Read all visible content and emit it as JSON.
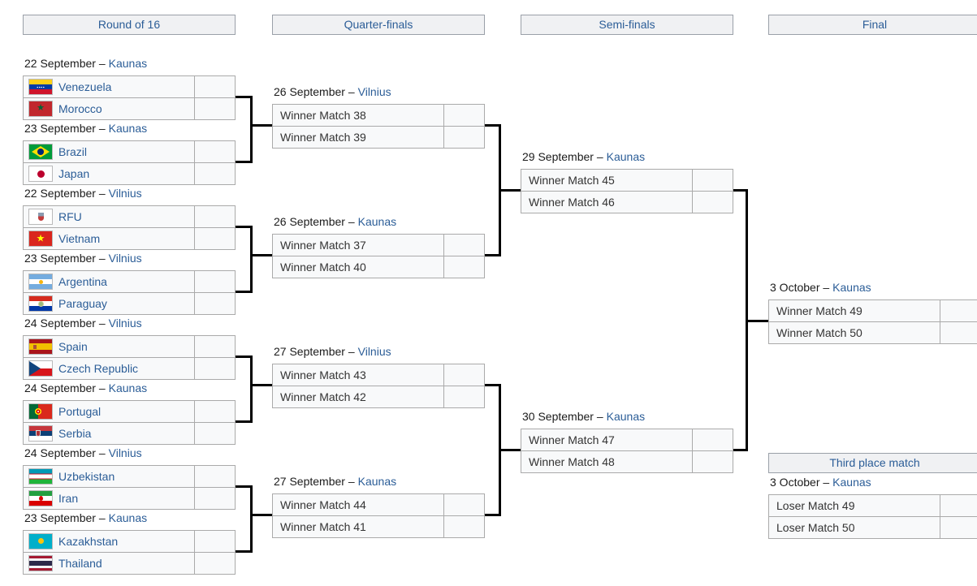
{
  "page": {
    "background": "#ffffff",
    "link_color": "#2b5d97",
    "connector_color": "#000000",
    "header_bg": "#f0f1f3",
    "box_bg": "#f8f9fa",
    "border_color": "#aaaaaa"
  },
  "headers": {
    "round_of_16": "Round of 16",
    "quarter_finals": "Quarter-finals",
    "semi_finals": "Semi-finals",
    "final": "Final",
    "third_place": "Third place match"
  },
  "r16": [
    {
      "date": "22 September –",
      "city": "Kaunas",
      "team1": {
        "name": "Venezuela",
        "flag": "venezuela",
        "score": ""
      },
      "team2": {
        "name": "Morocco",
        "flag": "morocco",
        "score": ""
      }
    },
    {
      "date": "23 September –",
      "city": "Kaunas",
      "team1": {
        "name": "Brazil",
        "flag": "brazil",
        "score": ""
      },
      "team2": {
        "name": "Japan",
        "flag": "japan",
        "score": ""
      }
    },
    {
      "date": "22 September –",
      "city": "Vilnius",
      "team1": {
        "name": "RFU",
        "flag": "rfu",
        "score": ""
      },
      "team2": {
        "name": "Vietnam",
        "flag": "vietnam",
        "score": ""
      }
    },
    {
      "date": "23 September –",
      "city": "Vilnius",
      "team1": {
        "name": "Argentina",
        "flag": "argentina",
        "score": ""
      },
      "team2": {
        "name": "Paraguay",
        "flag": "paraguay",
        "score": ""
      }
    },
    {
      "date": "24 September –",
      "city": "Vilnius",
      "team1": {
        "name": "Spain",
        "flag": "spain",
        "score": ""
      },
      "team2": {
        "name": "Czech Republic",
        "flag": "czech-republic",
        "score": ""
      }
    },
    {
      "date": "24 September –",
      "city": "Kaunas",
      "team1": {
        "name": "Portugal",
        "flag": "portugal",
        "score": ""
      },
      "team2": {
        "name": "Serbia",
        "flag": "serbia",
        "score": ""
      }
    },
    {
      "date": "24 September –",
      "city": "Vilnius",
      "team1": {
        "name": "Uzbekistan",
        "flag": "uzbekistan",
        "score": ""
      },
      "team2": {
        "name": "Iran",
        "flag": "iran",
        "score": ""
      }
    },
    {
      "date": "23 September –",
      "city": "Kaunas",
      "team1": {
        "name": "Kazakhstan",
        "flag": "kazakhstan",
        "score": ""
      },
      "team2": {
        "name": "Thailand",
        "flag": "thailand",
        "score": ""
      }
    }
  ],
  "qf": [
    {
      "date": "26 September –",
      "city": "Vilnius",
      "team1": {
        "name": "Winner Match 38",
        "score": ""
      },
      "team2": {
        "name": "Winner Match 39",
        "score": ""
      }
    },
    {
      "date": "26 September –",
      "city": "Kaunas",
      "team1": {
        "name": "Winner Match 37",
        "score": ""
      },
      "team2": {
        "name": "Winner Match 40",
        "score": ""
      }
    },
    {
      "date": "27 September –",
      "city": "Vilnius",
      "team1": {
        "name": "Winner Match 43",
        "score": ""
      },
      "team2": {
        "name": "Winner Match 42",
        "score": ""
      }
    },
    {
      "date": "27 September –",
      "city": "Kaunas",
      "team1": {
        "name": "Winner Match 44",
        "score": ""
      },
      "team2": {
        "name": "Winner Match 41",
        "score": ""
      }
    }
  ],
  "sf": [
    {
      "date": "29 September –",
      "city": "Kaunas",
      "team1": {
        "name": "Winner Match 45",
        "score": ""
      },
      "team2": {
        "name": "Winner Match 46",
        "score": ""
      }
    },
    {
      "date": "30 September –",
      "city": "Kaunas",
      "team1": {
        "name": "Winner Match 47",
        "score": ""
      },
      "team2": {
        "name": "Winner Match 48",
        "score": ""
      }
    }
  ],
  "final": {
    "date": "3 October –",
    "city": "Kaunas",
    "team1": {
      "name": "Winner Match 49",
      "score": ""
    },
    "team2": {
      "name": "Winner Match 50",
      "score": ""
    }
  },
  "third_place": {
    "date": "3 October –",
    "city": "Kaunas",
    "team1": {
      "name": "Loser Match 49",
      "score": ""
    },
    "team2": {
      "name": "Loser Match 50",
      "score": ""
    }
  }
}
